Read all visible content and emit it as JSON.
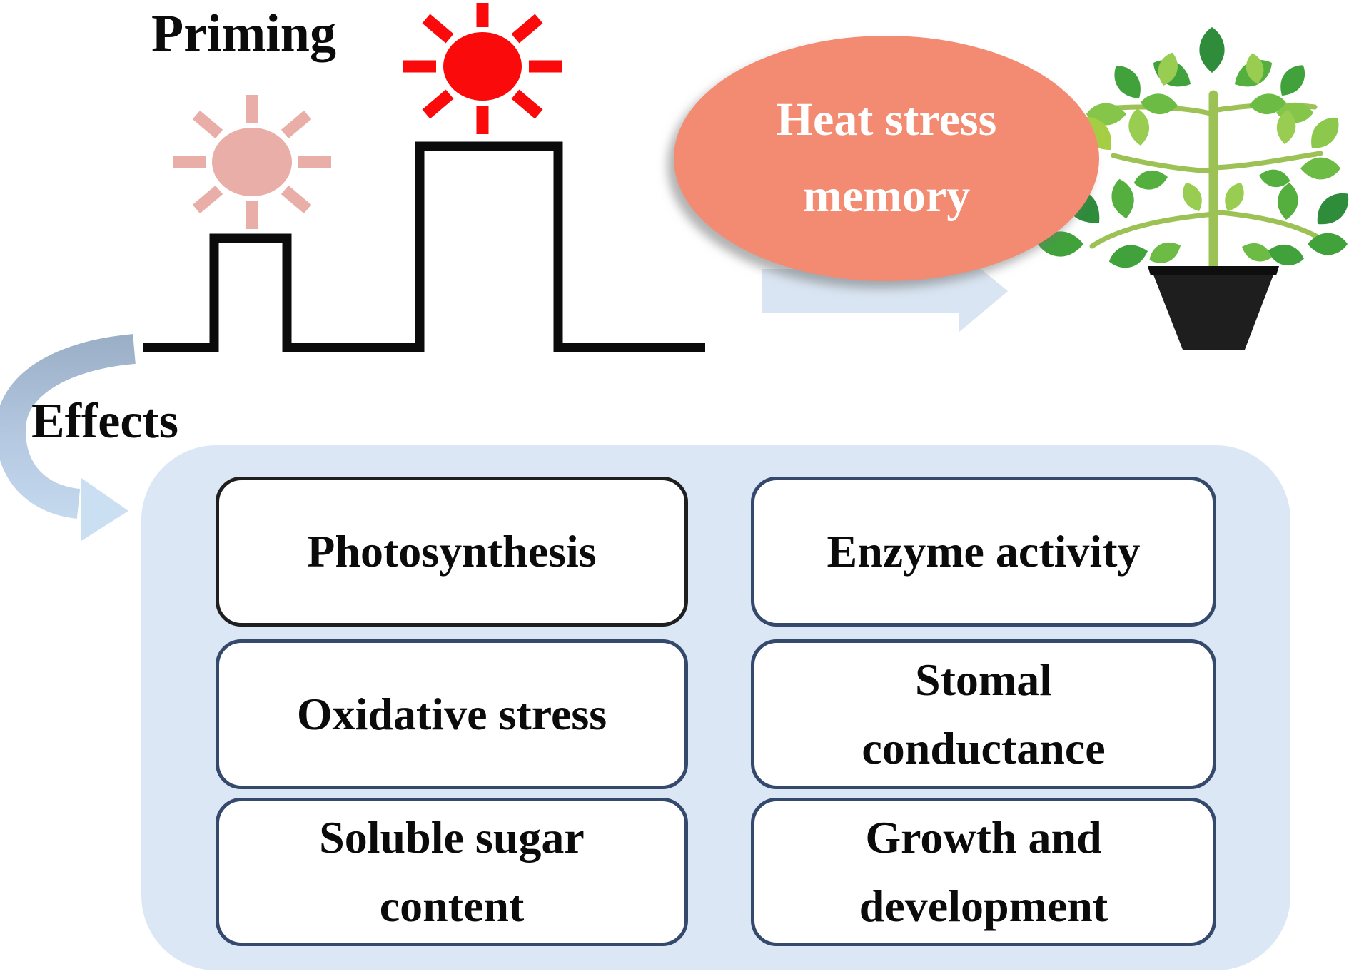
{
  "figure": {
    "priming_label": "Priming",
    "effects_label": "Effects",
    "memory_bubble": {
      "line1": "Heat stress",
      "line2": "memory"
    },
    "effects_panel": {
      "boxes": [
        {
          "id": "photosynthesis",
          "lines": [
            "Photosynthesis"
          ]
        },
        {
          "id": "enzyme-activity",
          "lines": [
            "Enzyme activity"
          ]
        },
        {
          "id": "oxidative-stress",
          "lines": [
            "Oxidative stress"
          ]
        },
        {
          "id": "stomal-conductance",
          "lines": [
            "Stomal",
            "conductance"
          ]
        },
        {
          "id": "soluble-sugar-content",
          "lines": [
            "Soluble sugar",
            "content"
          ]
        },
        {
          "id": "growth-development",
          "lines": [
            "Growth and",
            "development"
          ]
        }
      ]
    },
    "icons": {
      "sun_faded": "sun-icon-faded",
      "sun_strong": "sun-icon-strong",
      "heat_pulse": "heat-pulse-step-line",
      "memory_arrow": "right-block-arrow-icon",
      "effects_arrow": "curved-arrow-icon",
      "plant": "tomato-plant-icon",
      "pot": "plant-pot-icon"
    },
    "colors": {
      "salmon_bubble": "#F28B71",
      "bubble_text": "#FFFFFF",
      "pink_sun": "#E9AEA8",
      "red_sun": "#FA0A0A",
      "pulse_line": "#0B0B0B",
      "panel_bg": "#DCE7F5",
      "box_bg": "#FFFFFF",
      "box_border_navy": "#35496C",
      "box_border_black": "#1F1F1F",
      "block_arrow": "#D9E5F2",
      "curve_arrow_start": "#9AAEC6",
      "curve_arrow_end": "#CBDFF3",
      "stem_green": "#9CC154",
      "leaf_green_dark": "#2E8C3A",
      "leaf_green_light": "#8CC84B",
      "pot_dark": "#1E1E1E",
      "text_dark": "#0B0B0B"
    }
  }
}
